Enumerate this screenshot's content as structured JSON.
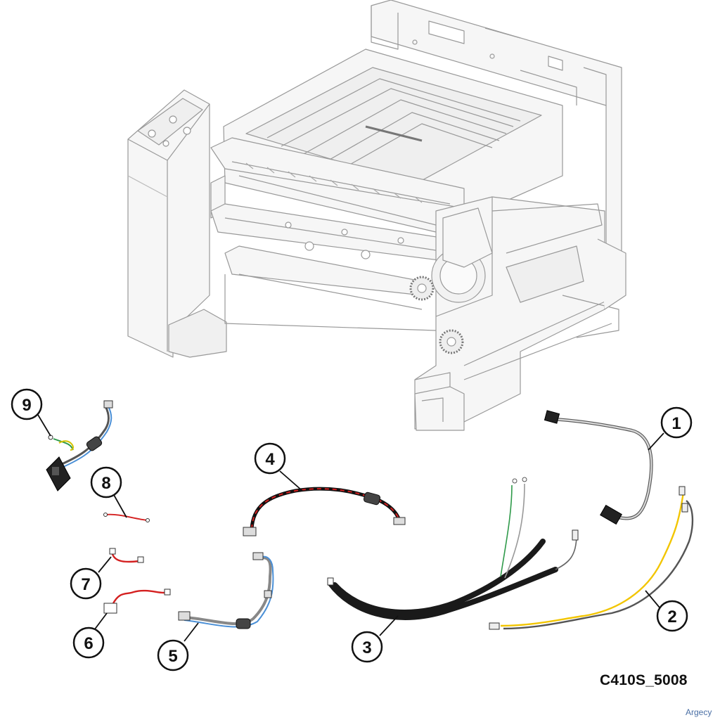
{
  "figure_id": "C410S_5008",
  "watermark": "Argecy",
  "callouts": [
    "1",
    "2",
    "3",
    "4",
    "5",
    "6",
    "7",
    "8",
    "9"
  ],
  "colors": {
    "outline": "#888888",
    "outline_light": "#b4b4b4",
    "fill_light": "#f5f5f5",
    "cable_black": "#1a1a1a",
    "cable_red": "#d42020",
    "cable_yellow": "#f0c800",
    "cable_grey": "#666666",
    "cable_blue": "#4a8fd6",
    "cable_green": "#2f9a4a"
  }
}
